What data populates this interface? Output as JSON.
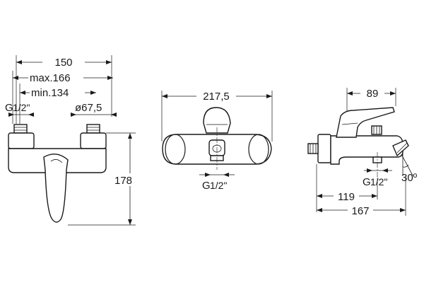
{
  "left_view": {
    "dims": {
      "width": "150",
      "max": "max.166",
      "min": "min.134",
      "thread": "G",
      "thread_frac": "1/2\"",
      "diameter": "ø67,5",
      "height": "178"
    }
  },
  "front_view": {
    "dims": {
      "width": "217,5",
      "thread": "G",
      "thread_frac": "1/2\""
    }
  },
  "side_view": {
    "dims": {
      "top": "89",
      "thread": "G",
      "thread_frac": "1/2\"",
      "angle": "30º",
      "inner": "119",
      "total": "167"
    }
  }
}
